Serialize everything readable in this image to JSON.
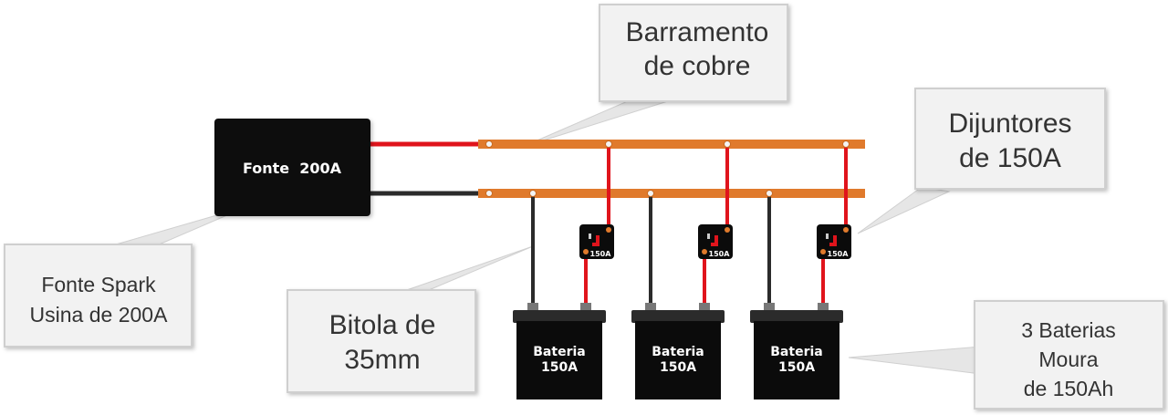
{
  "source": {
    "label": "Fonte  200A"
  },
  "batteries": [
    {
      "line1": "Bateria",
      "line2": "150A"
    },
    {
      "line1": "Bateria",
      "line2": "150A"
    },
    {
      "line1": "Bateria",
      "line2": "150A"
    }
  ],
  "breakers": [
    {
      "label": "150A"
    },
    {
      "label": "150A"
    },
    {
      "label": "150A"
    }
  ],
  "callouts": {
    "barramento": {
      "line1": "Barramento",
      "line2": "de cobre"
    },
    "disjuntores": {
      "line1": "Dijuntores",
      "line2": "de 150A"
    },
    "fonte": {
      "line1": "Fonte Spark",
      "line2": "Usina de 200A"
    },
    "bitola": {
      "line1": "Bitola de",
      "line2": "35mm"
    },
    "baterias": {
      "line1": "3 Baterias",
      "line2": "Moura",
      "line3": "de 150Ah"
    }
  },
  "colors": {
    "busbar": "#e07a2c",
    "positive_wire": "#e0141c",
    "negative_wire": "#2b2b2b",
    "device": "#0b0b0b",
    "callout_fill": "#f2f2f2",
    "callout_border": "#cfcfcf"
  }
}
